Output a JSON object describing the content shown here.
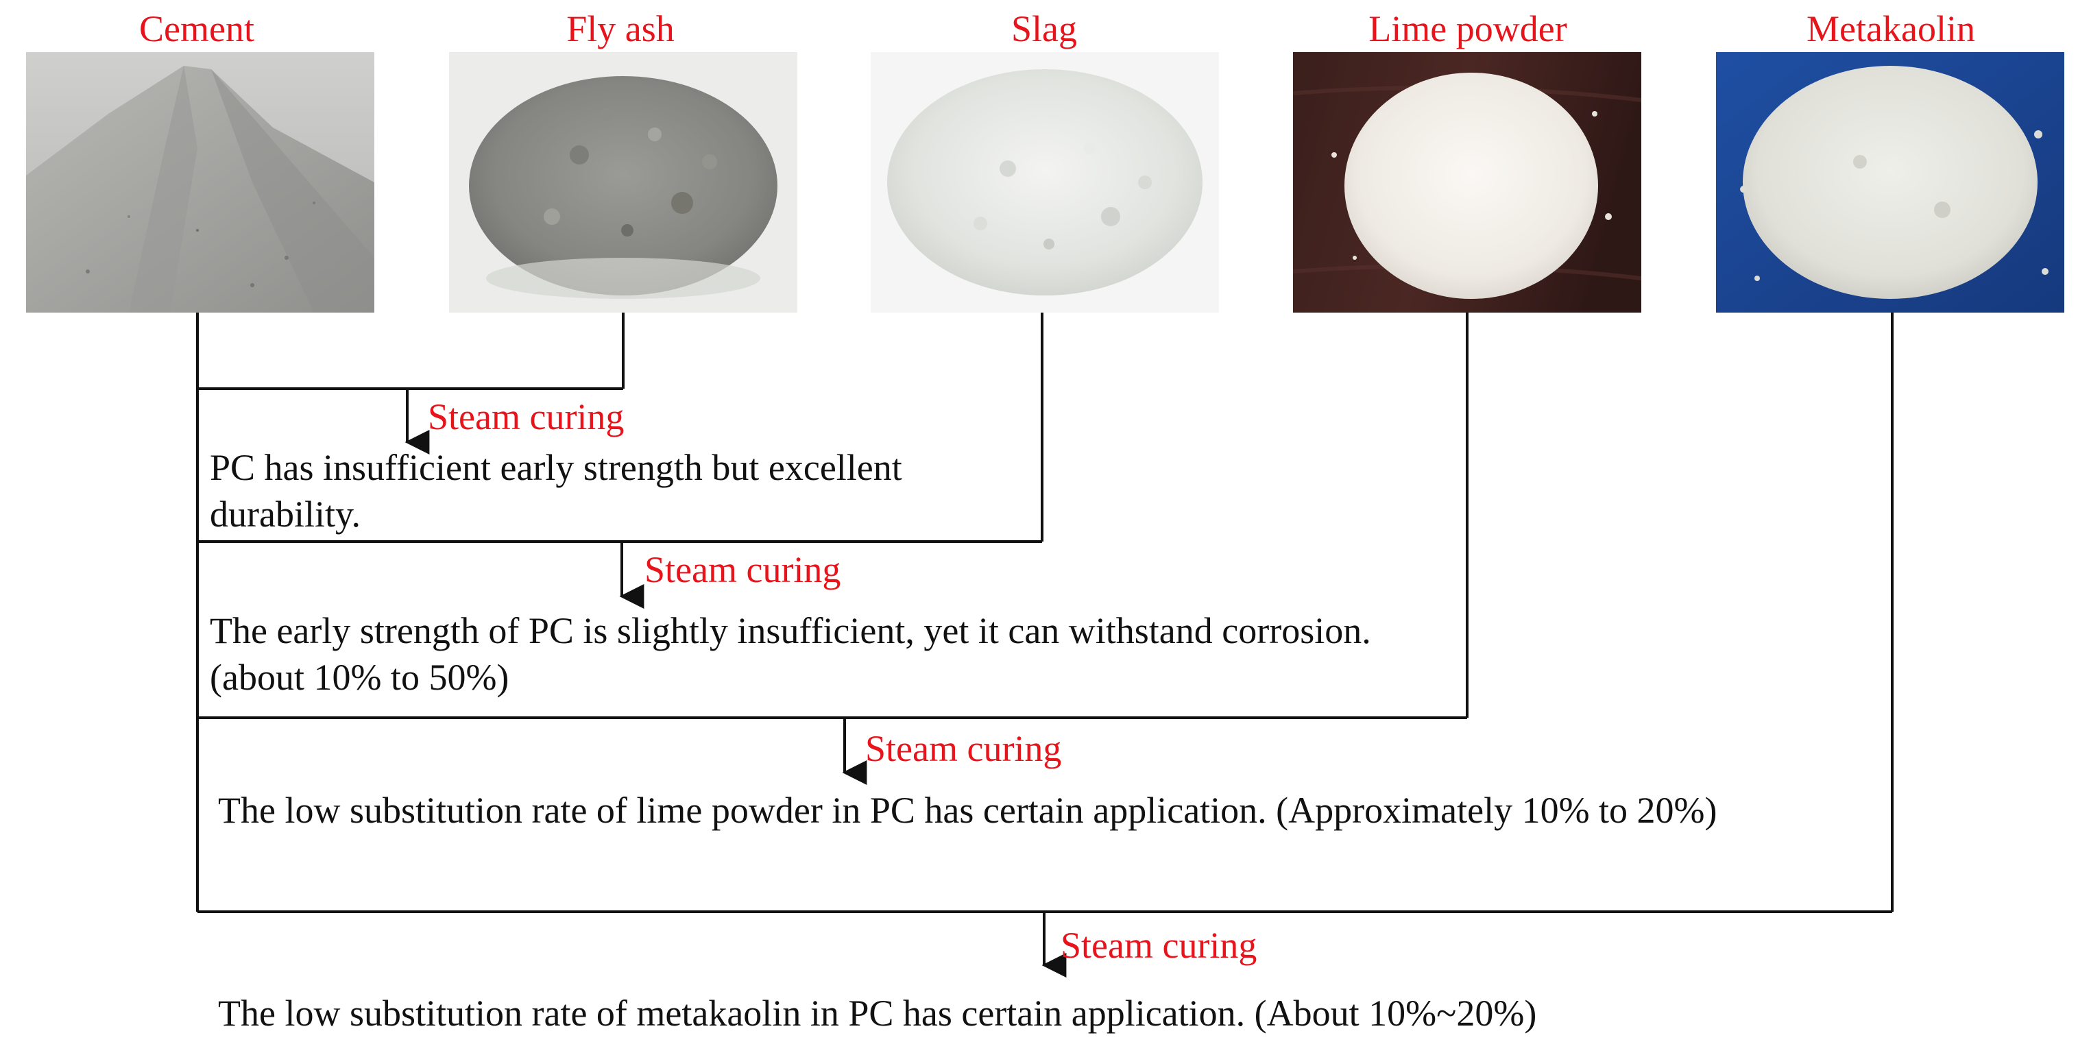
{
  "materials": [
    {
      "label": "Cement",
      "photo": "cement-powder-photo",
      "tone": "#a7a7a3"
    },
    {
      "label": "Fly ash",
      "photo": "fly-ash-powder-photo",
      "tone": "#8a8a86"
    },
    {
      "label": "Slag",
      "photo": "slag-powder-photo",
      "tone": "#e4e6e3"
    },
    {
      "label": "Lime powder",
      "photo": "lime-powder-photo",
      "tone": "#f0ece6"
    },
    {
      "label": "Metakaolin",
      "photo": "metakaolin-powder-photo",
      "tone": "#e2e2dc"
    }
  ],
  "stages": [
    {
      "curing": "Steam curing",
      "outcome": "PC has insufficient early strength but excellent durability."
    },
    {
      "curing": "Steam curing",
      "outcome": "The early strength of PC is slightly insufficient, yet it can withstand corrosion. (about 10% to 50%)"
    },
    {
      "curing": "Steam curing",
      "outcome": "The low substitution rate of lime powder in PC has certain application. (Approximately 10% to 20%)"
    },
    {
      "curing": "Steam curing",
      "outcome": "The low substitution rate of metakaolin in PC has certain application. (About 10%~20%)"
    }
  ],
  "colors": {
    "label_red": "#e8141b",
    "line": "#111111",
    "text": "#111111"
  }
}
